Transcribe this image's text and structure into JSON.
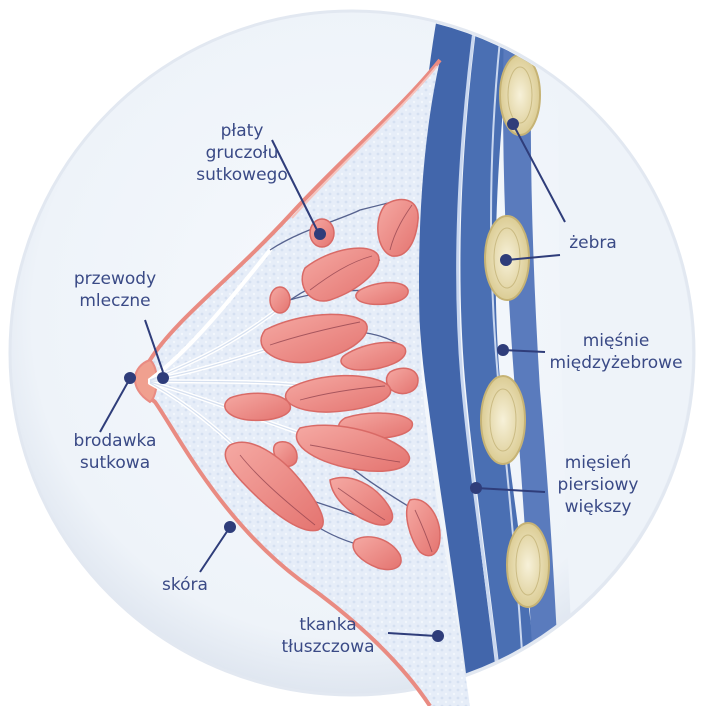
{
  "labels": {
    "lobes": [
      "płaty",
      "gruczołu",
      "sutkowego"
    ],
    "ducts": [
      "przewody",
      "mleczne"
    ],
    "nipple": [
      "brodawka",
      "sutkowa"
    ],
    "skin": "skóra",
    "fat": [
      "tkanka",
      "tłuszczowa"
    ],
    "ribs": "żebra",
    "intercostal": [
      "mięśnie",
      "międzyżebrowe"
    ],
    "pectoralis": [
      "mięsień",
      "piersiowy",
      "większy"
    ]
  },
  "colors": {
    "label_text": "#3a4a86",
    "pointer": "#2f3d7a",
    "muscle": "#4266ab",
    "muscle_light": "#7f9bcc",
    "fat_tissue": "#e7eef8",
    "skin": "#e98b82",
    "lobe": "#ee8a86",
    "rib": "#efe4bb",
    "background_disc": "#f4f7fb"
  }
}
